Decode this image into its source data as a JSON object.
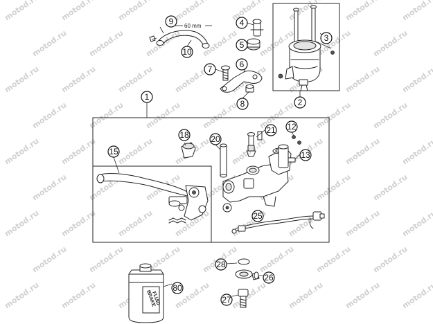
{
  "watermark": "motod.ru",
  "dimension_label": "60 mm",
  "container_label_line1": "BRAKE",
  "container_label_line2": "FLUID",
  "callouts": {
    "c1": "1",
    "c2": "2",
    "c3": "3",
    "c4": "4",
    "c5": "5",
    "c6": "6",
    "c7": "7",
    "c8": "8",
    "c9": "9",
    "c10": "10",
    "c12": "12",
    "c13": "13",
    "c15": "15",
    "c18": "18",
    "c20": "20",
    "c21": "21",
    "c25": "25",
    "c26": "26",
    "c27": "27",
    "c28": "28",
    "c80": "80"
  }
}
